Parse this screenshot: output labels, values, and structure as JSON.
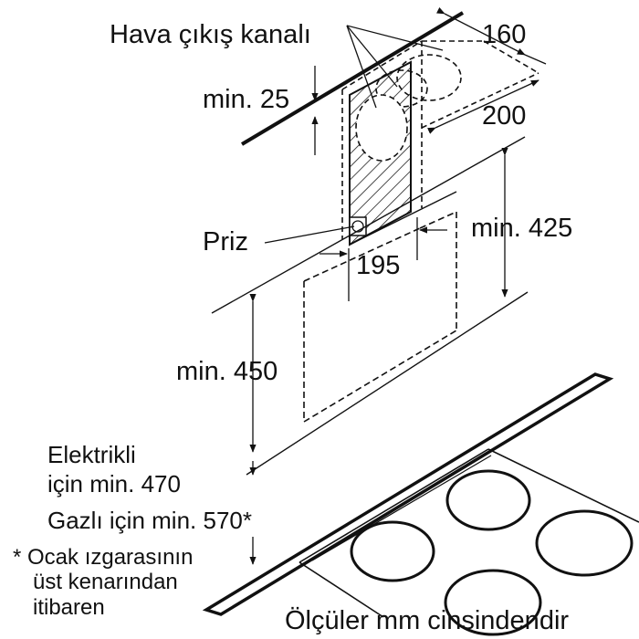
{
  "labels": {
    "air_duct": "Hava çıkış kanalı",
    "socket": "Priz",
    "units_note": "Ölçüler mm cinsindendir"
  },
  "dimensions": {
    "duct_depth": "160",
    "duct_width": "200",
    "min_top_clearance": "min. 25",
    "socket_offset": "195",
    "min_chimney": "min. 425",
    "min_hood_height": "min. 450"
  },
  "notes": {
    "electric_line1": "Elektrikli",
    "electric_line2": "için min. 470",
    "gas": "Gazlı için min. 570*",
    "footnote_line1": "* Ocak ızgarasının",
    "footnote_line2": "üst kenarından",
    "footnote_line3": "itibaren"
  }
}
